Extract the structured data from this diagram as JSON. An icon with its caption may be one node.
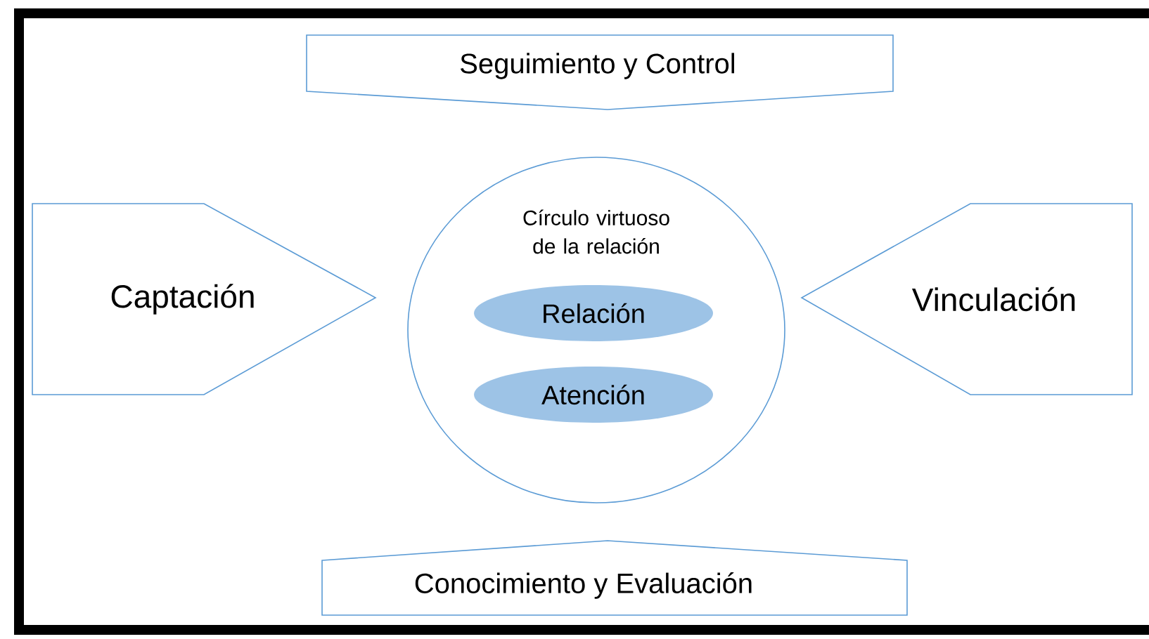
{
  "diagram": {
    "nodes": [
      {
        "text": [
          "Seguimiento y Control"
        ]
      },
      {
        "text": [
          "Captación"
        ]
      },
      {
        "text": [
          "Círculo virtuoso de la relación"
        ]
      },
      {
        "text": [
          "Relación"
        ],
        "in": 2
      },
      {
        "text": [
          "Atención"
        ],
        "in": 2
      },
      {
        "text": [
          "Vinculación"
        ]
      },
      {
        "text": [
          "Conocimiento y Evaluación"
        ]
      }
    ]
  }
}
